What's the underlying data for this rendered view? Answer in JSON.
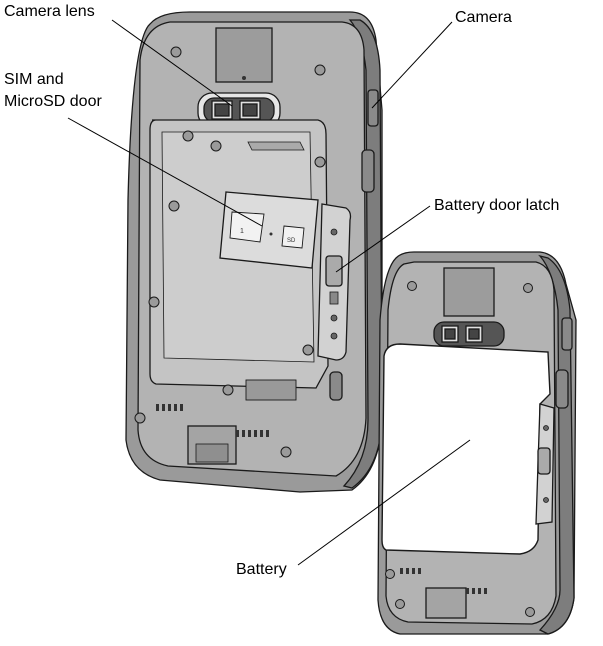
{
  "callouts": {
    "camera_lens": "Camera lens",
    "sim_line1": "SIM and",
    "sim_line2": "MicroSD door",
    "camera": "Camera",
    "battery_latch": "Battery door latch",
    "battery": "Battery"
  },
  "colors": {
    "device_body": "#9a9a9a",
    "device_inner": "#bdbdbd",
    "device_panel": "#c9c9c9",
    "outline": "#1a1a1a",
    "battery_fill": "#ffffff"
  },
  "icons": [
    "screw-icon",
    "camera-lens-icon",
    "sim-card-icon",
    "sd-card-icon"
  ]
}
